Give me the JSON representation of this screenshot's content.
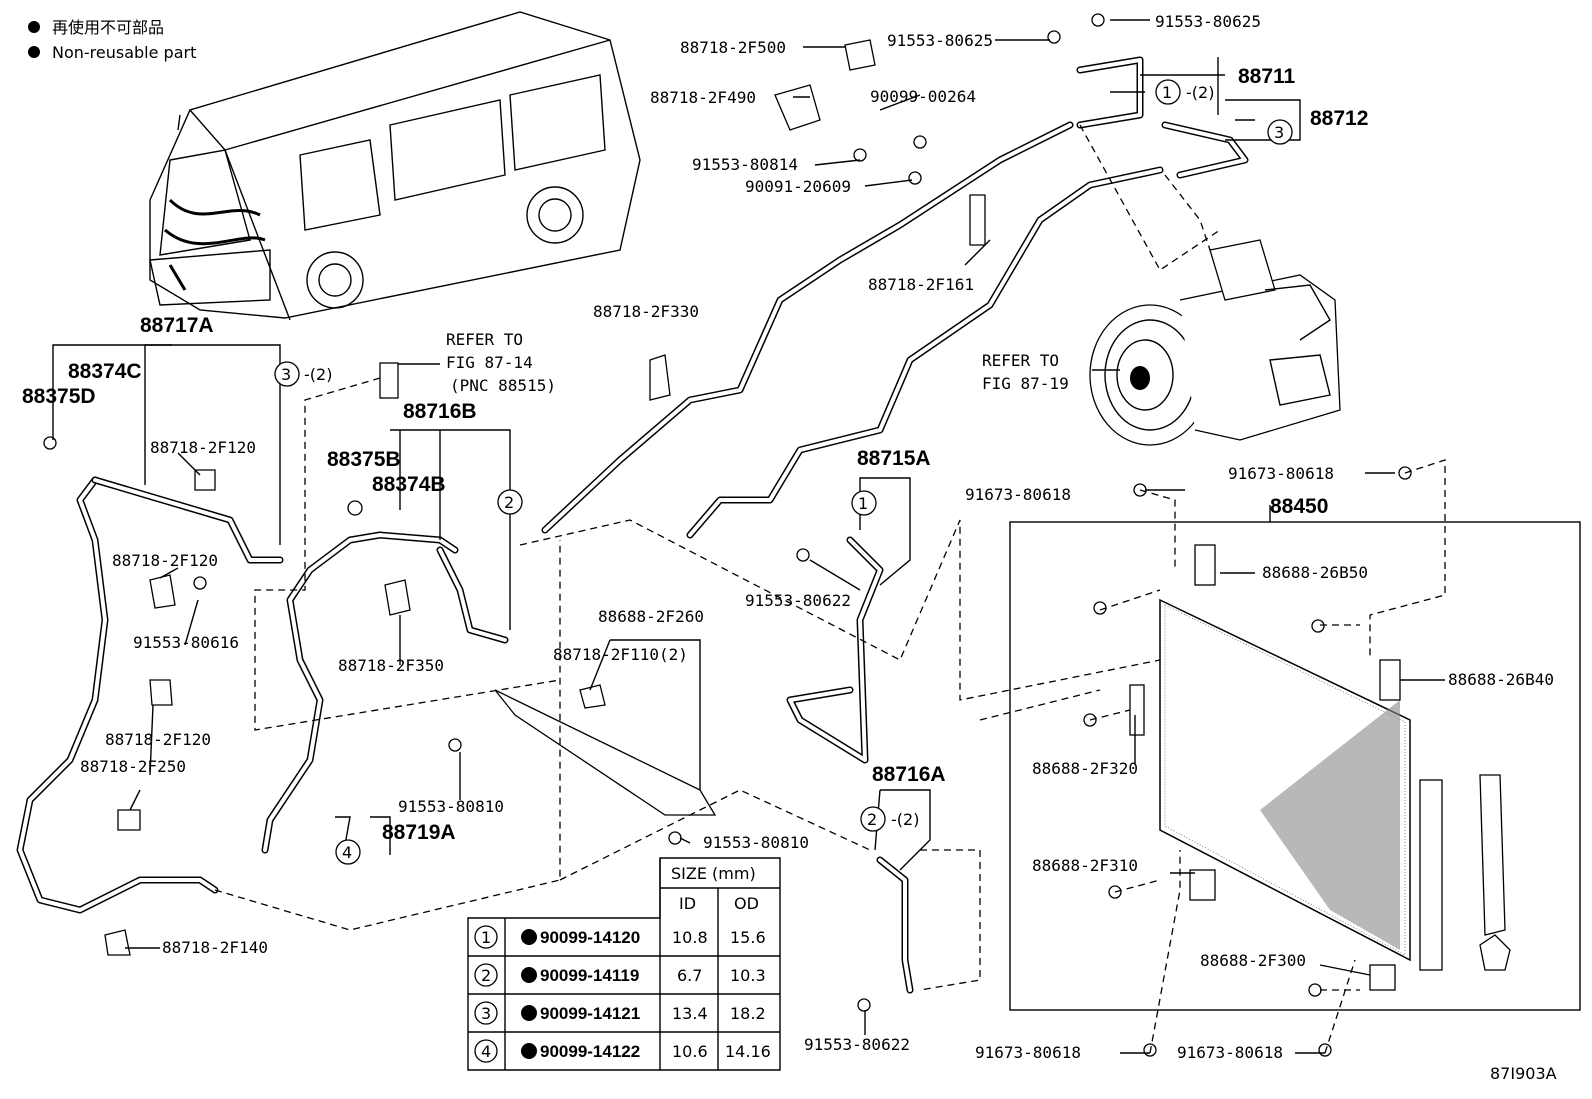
{
  "legend": {
    "line1": "再使用不可部品",
    "line2": "Non-reusable part"
  },
  "diagram_code": "87I903A",
  "refer_1": {
    "l1": "REFER TO",
    "l2": "FIG 87-14",
    "l3": "(PNC 88515)"
  },
  "refer_2": {
    "l1": "REFER TO",
    "l2": "FIG 87-19"
  },
  "assemblies": {
    "a88717A": "88717A",
    "a88716B": "88716B",
    "a88715A": "88715A",
    "a88716A": "88716A",
    "a88719A": "88719A",
    "a88711": "88711",
    "a88712": "88712",
    "a88450": "88450",
    "a88374C": "88374C",
    "a88375D": "88375D",
    "a88375B": "88375B",
    "a88374B": "88374B"
  },
  "labels": {
    "p2F500": "88718-2F500",
    "p2F490": "88718-2F490",
    "p80625a": "91553-80625",
    "p80625b": "91553-80625",
    "p00264": "90099-00264",
    "p80814": "91553-80814",
    "p20609": "90091-20609",
    "p2F161": "88718-2F161",
    "p2F330": "88718-2F330",
    "p2F120a": "88718-2F120",
    "p2F120b": "88718-2F120",
    "p2F120c": "88718-2F120",
    "p80616": "91553-80616",
    "p2F250": "88718-2F250",
    "p2F140": "88718-2F140",
    "p2F350": "88718-2F350",
    "p2F260": "88688-2F260",
    "p2F110": "88718-2F110(2)",
    "p80810a": "91553-80810",
    "p80810b": "91553-80810",
    "p80622a": "91553-80622",
    "p80622b": "91553-80622",
    "p80618a": "91673-80618",
    "p80618b": "91673-80618",
    "p80618c": "91673-80618",
    "p80618d": "91673-80618",
    "p26B50": "88688-26B50",
    "p26B40": "88688-26B40",
    "p2F320": "88688-2F320",
    "p2F310": "88688-2F310",
    "p2F300": "88688-2F300"
  },
  "callouts": {
    "c1a": "1",
    "c1a_q": "-(2)",
    "c3a": "3",
    "c3b": "3",
    "c3b_q": "-(2)",
    "c2a": "2",
    "c1b": "1",
    "c2b": "2",
    "c2b_q": "-(2)",
    "c4a": "4"
  },
  "size_table": {
    "header": "SIZE (mm)",
    "col_id": "ID",
    "col_od": "OD",
    "rows": [
      {
        "ref": "1",
        "part": "90099-14120",
        "id": "10.8",
        "od": "15.6"
      },
      {
        "ref": "2",
        "part": "90099-14119",
        "id": "6.7",
        "od": "10.3"
      },
      {
        "ref": "3",
        "part": "90099-14121",
        "id": "13.4",
        "od": "18.2"
      },
      {
        "ref": "4",
        "part": "90099-14122",
        "id": "10.6",
        "od": "14.16"
      }
    ]
  }
}
